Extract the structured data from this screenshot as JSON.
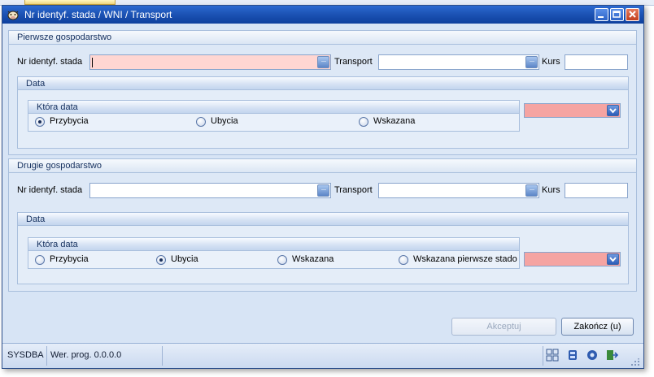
{
  "window": {
    "title": "Nr identyf. stada / WNI / Transport"
  },
  "first": {
    "section_title": "Pierwsze gospodarstwo",
    "herd_label": "Nr identyf. stada",
    "herd_value": "",
    "transport_label": "Transport",
    "transport_value": "",
    "kurs_label": "Kurs",
    "kurs_value": "",
    "date_group_title": "Data",
    "which_date_title": "Która data",
    "radios": [
      {
        "label": "Przybycia",
        "checked": true
      },
      {
        "label": "Ubycia",
        "checked": false
      },
      {
        "label": "Wskazana",
        "checked": false
      }
    ],
    "date_value": ""
  },
  "second": {
    "section_title": "Drugie gospodarstwo",
    "herd_label": "Nr identyf. stada",
    "herd_value": "",
    "transport_label": "Transport",
    "transport_value": "",
    "kurs_label": "Kurs",
    "kurs_value": "",
    "date_group_title": "Data",
    "which_date_title": "Która data",
    "radios": [
      {
        "label": "Przybycia",
        "checked": false
      },
      {
        "label": "Ubycia",
        "checked": true
      },
      {
        "label": "Wskazana",
        "checked": false
      },
      {
        "label": "Wskazana pierwsze stado",
        "checked": false
      }
    ],
    "date_value": ""
  },
  "buttons": {
    "accept_label": "Akceptuj",
    "close_label": "Zakończ (u)"
  },
  "status": {
    "user": "SYSDBA",
    "version": "Wer. prog. 0.0.0.0"
  },
  "colors": {
    "title_bar": "#1d54b6",
    "required_field": "#ffd6d2",
    "date_combo": "#f5a4a2"
  },
  "icons": {
    "title": "app-cow-icon",
    "ellipsis": "ellipsis-icon",
    "combo": "chevron-down-icon",
    "status": [
      "grid-icon",
      "database-icon",
      "gear-icon",
      "exit-icon"
    ]
  }
}
